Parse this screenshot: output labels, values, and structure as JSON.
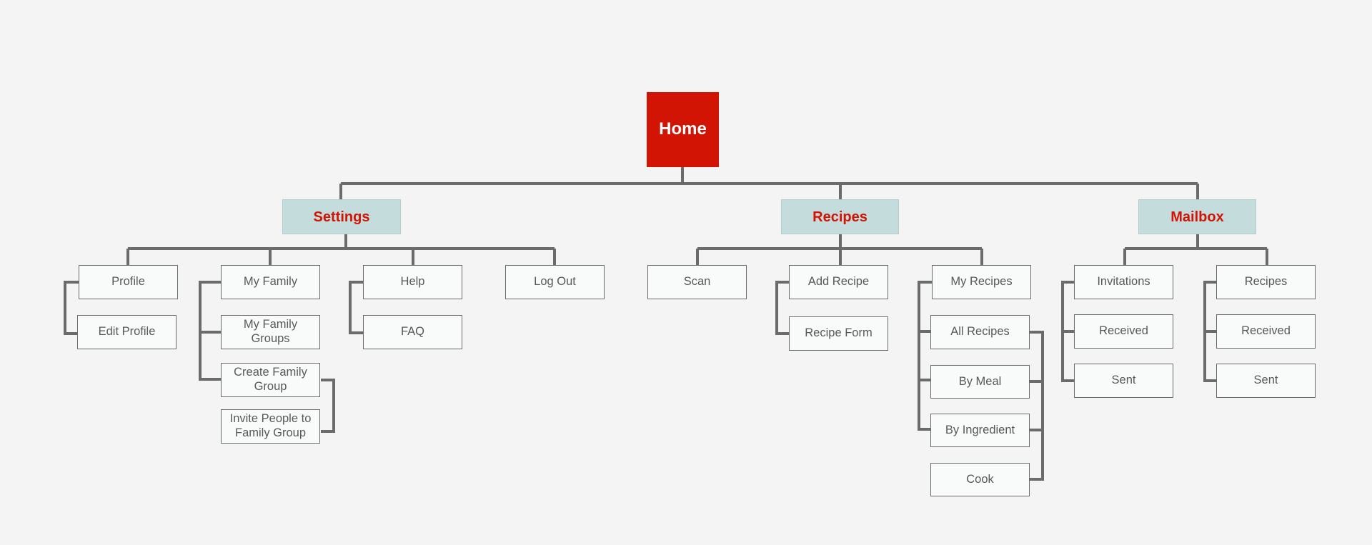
{
  "root": {
    "label": "Home"
  },
  "sections": [
    {
      "label": "Settings"
    },
    {
      "label": "Recipes"
    },
    {
      "label": "Mailbox"
    }
  ],
  "pages": {
    "profile": "Profile",
    "edit_profile": "Edit Profile",
    "my_family": "My Family",
    "my_family_groups": "My Family Groups",
    "create_family_group": "Create Family Group",
    "invite_people": "Invite People to Family Group",
    "help": "Help",
    "faq": "FAQ",
    "log_out": "Log Out",
    "scan": "Scan",
    "add_recipe": "Add Recipe",
    "recipe_form": "Recipe Form",
    "my_recipes": "My Recipes",
    "all_recipes": "All Recipes",
    "by_meal": "By Meal",
    "by_ingredient": "By Ingredient",
    "cook": "Cook",
    "invitations": "Invitations",
    "invitations_received": "Received",
    "invitations_sent": "Sent",
    "mail_recipes": "Recipes",
    "recipes_received": "Received",
    "recipes_sent": "Sent"
  },
  "colors": {
    "home_fill": "#d21404",
    "section_fill": "#c5dcdd",
    "section_text": "#d21404",
    "page_fill": "#f9fbfb",
    "page_border": "#6b6b6b",
    "connector": "#6b6b6b",
    "background": "#f4f4f4"
  }
}
